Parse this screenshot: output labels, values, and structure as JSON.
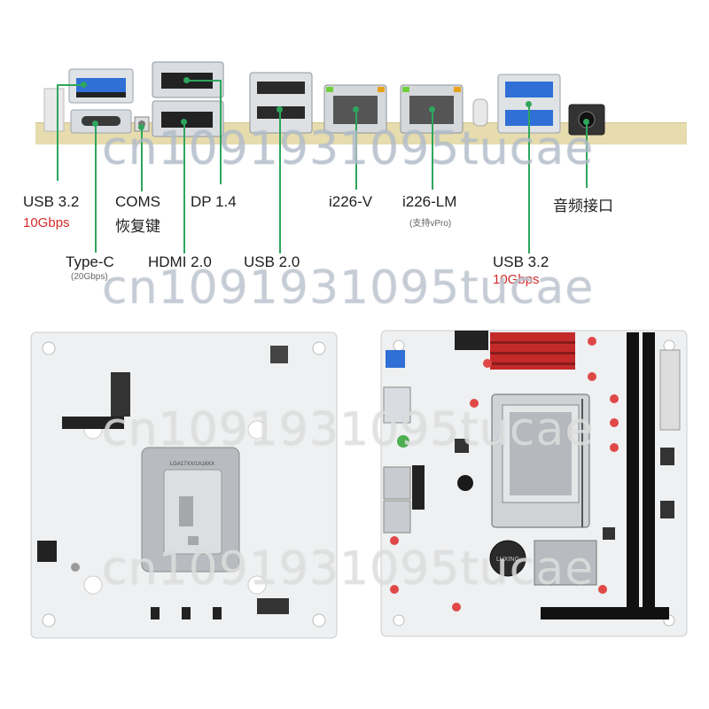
{
  "io_panel": {
    "labels": {
      "usb32_left": "USB 3.2",
      "usb32_left_speed": "10Gbps",
      "type_c": "Type-C",
      "type_c_speed": "(20Gbps)",
      "coms": "COMS",
      "coms_cn": "恢复键",
      "dp": "DP 1.4",
      "hdmi": "HDMI 2.0",
      "usb20": "USB 2.0",
      "lan1": "i226-V",
      "lan2": "i226-LM",
      "lan2_note": "(支持vPro)",
      "usb32_right": "USB 3.2",
      "usb32_right_speed": "10Gbps",
      "audio": "音频接口"
    }
  },
  "boards": {
    "back_chip_text": "LGA17XX/1A16XX",
    "front_battery_text": "LUXING"
  },
  "watermark": "cn1091931095tucae",
  "colors": {
    "lead_green": "#2fa65d",
    "speed_red": "#d42a2a",
    "usb3_blue": "#2f6fd6",
    "ram_red": "#c42a2a",
    "board_white": "#eef0f1"
  }
}
